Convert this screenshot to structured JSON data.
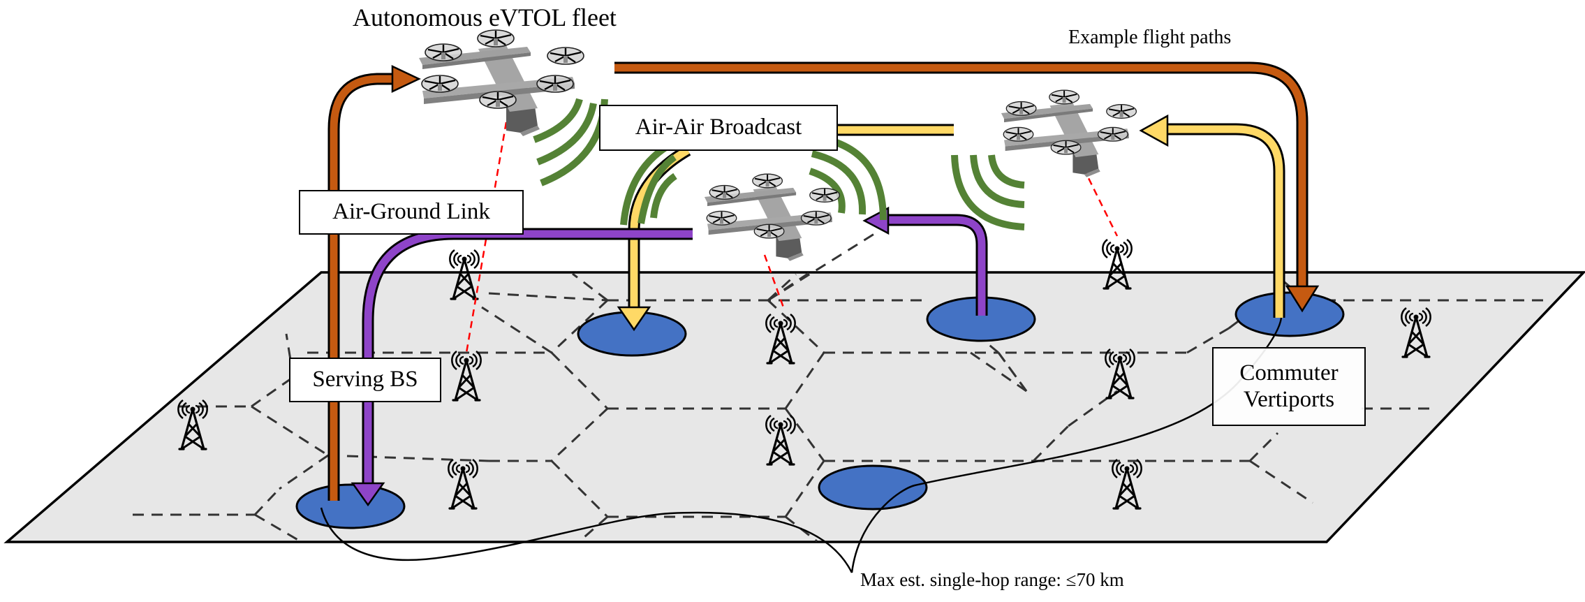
{
  "title": "Autonomous eVTOL fleet",
  "flight_paths_label": "Example flight paths",
  "labels": {
    "air_air": "Air-Air Broadcast",
    "air_ground": "Air-Ground Link",
    "serving_bs": "Serving BS",
    "vertiports_line1": "Commuter",
    "vertiports_line2": "Vertiports",
    "range": "Max est. single-hop range: ≤70 km"
  },
  "colors": {
    "ground": "#e7e7e7",
    "vertiport": "#4472c4",
    "path_orange": "#c55a11",
    "path_yellow": "#ffd966",
    "path_purple": "#8e44c8",
    "signal_green": "#548235",
    "link_red": "#ff0000",
    "drone_body": "#9b9b9b"
  },
  "entities": {
    "drones": [
      {
        "name": "drone-1",
        "role": "fleet aircraft"
      },
      {
        "name": "drone-2",
        "role": "fleet aircraft"
      },
      {
        "name": "drone-3",
        "role": "fleet aircraft"
      }
    ],
    "vertiport_count": 5,
    "base_station_count": 10
  },
  "icons": {
    "drone": "evtol-drone-icon",
    "tower": "cell-tower-icon",
    "signal": "signal-waves-icon"
  }
}
